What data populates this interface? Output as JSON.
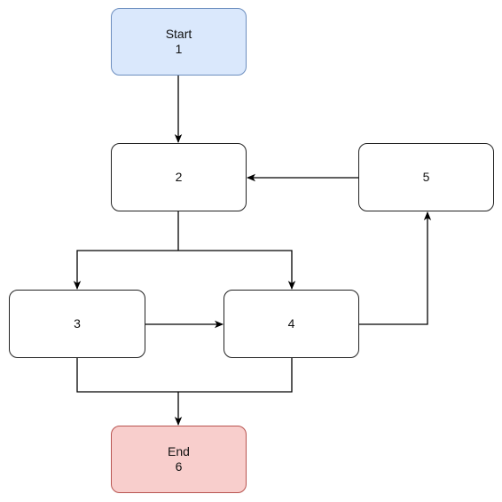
{
  "nodes": {
    "n1": {
      "title": "Start",
      "label": "1"
    },
    "n2": {
      "label": "2"
    },
    "n3": {
      "label": "3"
    },
    "n4": {
      "label": "4"
    },
    "n5": {
      "label": "5"
    },
    "n6": {
      "title": "End",
      "label": "6"
    }
  },
  "edges": [
    {
      "from": "1",
      "to": "2"
    },
    {
      "from": "2",
      "to": "3"
    },
    {
      "from": "2",
      "to": "4"
    },
    {
      "from": "3",
      "to": "4"
    },
    {
      "from": "4",
      "to": "5"
    },
    {
      "from": "5",
      "to": "2"
    },
    {
      "from": "3",
      "to": "6"
    },
    {
      "from": "4",
      "to": "6"
    }
  ],
  "colors": {
    "start_fill": "#dae8fc",
    "start_stroke": "#6c8ebf",
    "end_fill": "#f8cecc",
    "end_stroke": "#b85450",
    "line": "#000000"
  }
}
